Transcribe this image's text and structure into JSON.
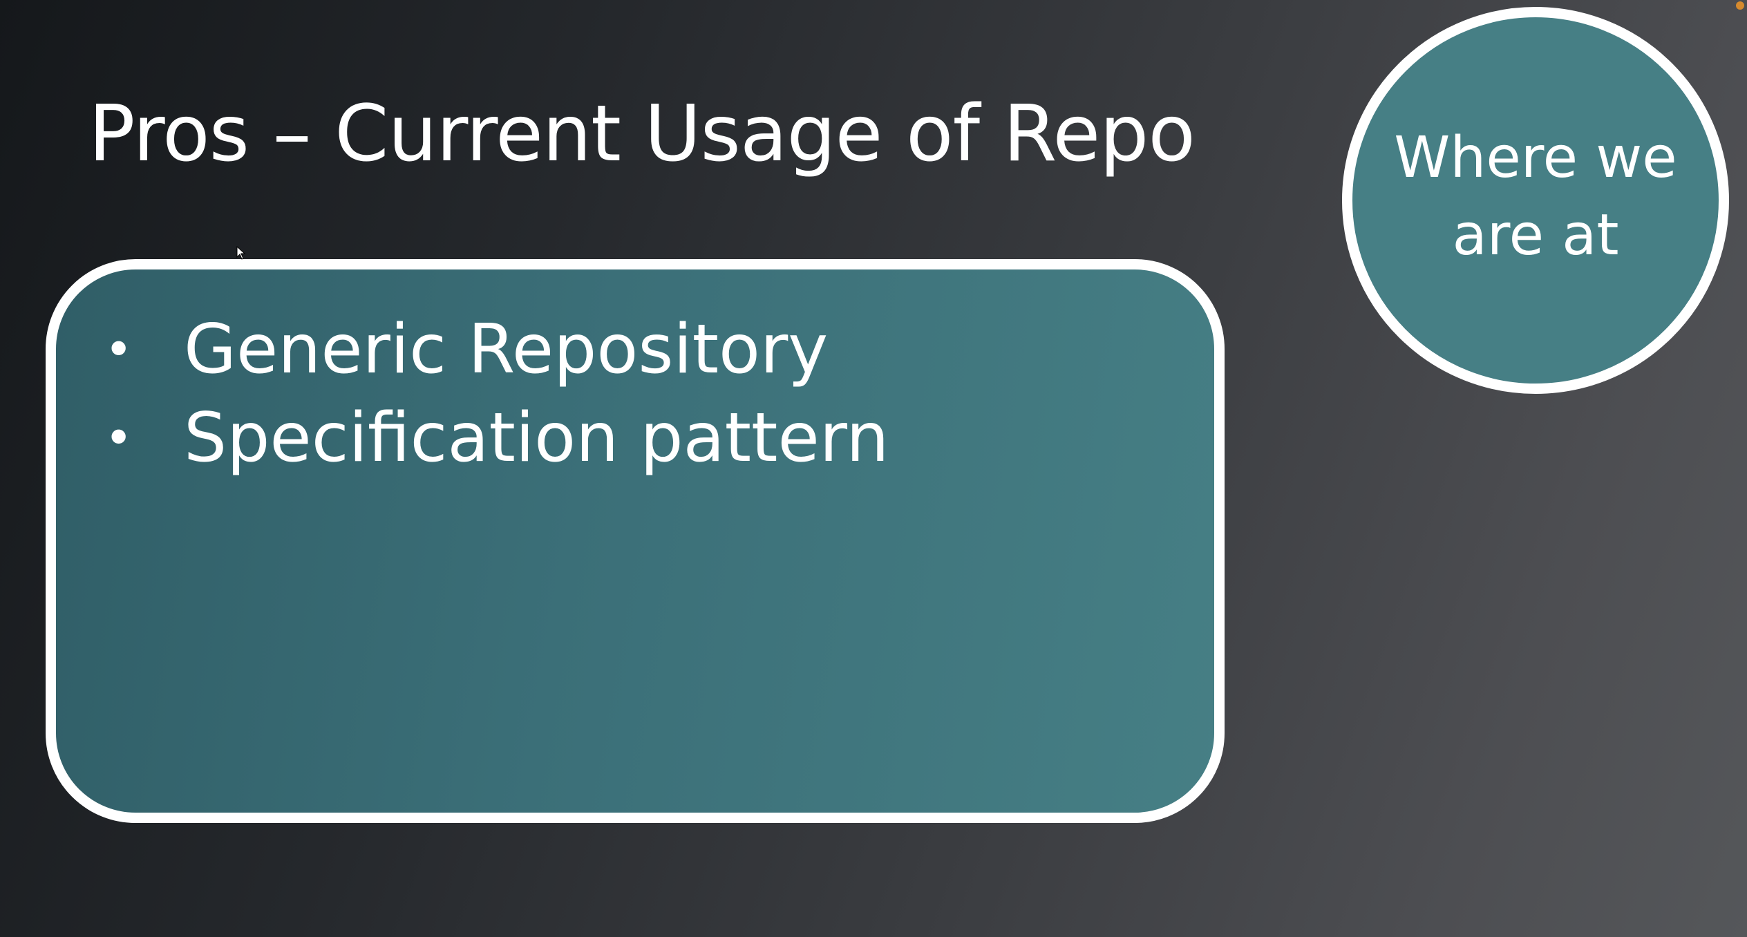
{
  "slide": {
    "title": "Pros – Current Usage of Repo",
    "bullets": [
      {
        "marker": "•",
        "text": "Generic Repository"
      },
      {
        "marker": "•",
        "text": "Specification pattern"
      }
    ],
    "badge": {
      "text": "Where we are at"
    }
  },
  "colors": {
    "teal": "#467f85",
    "text": "#ffffff",
    "border": "#ffffff",
    "background_dark": "#15181b",
    "background_light": "#55575a"
  },
  "icons": {
    "cursor": "mouse-pointer-icon"
  }
}
